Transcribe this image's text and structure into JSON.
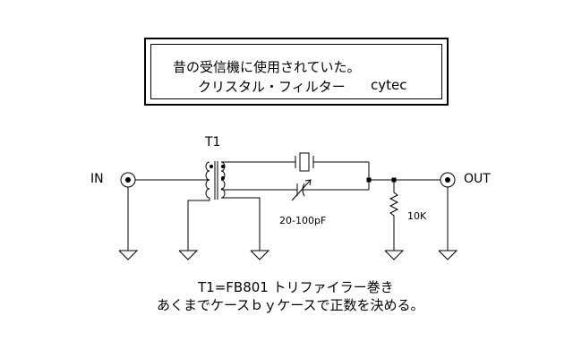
{
  "title_box": {
    "line1": "昔の受信機に使用されていた。",
    "line2": "クリスタル・フィルター",
    "brand": "cytec"
  },
  "labels": {
    "t1": "T1",
    "in": "IN",
    "out": "OUT",
    "vc": "20-100pF",
    "resistor": "10K"
  },
  "notes": {
    "line1": "T1=FB801 トリファイラー巻き",
    "line2": "あくまでケースｂｙケースで正数を決める。"
  }
}
